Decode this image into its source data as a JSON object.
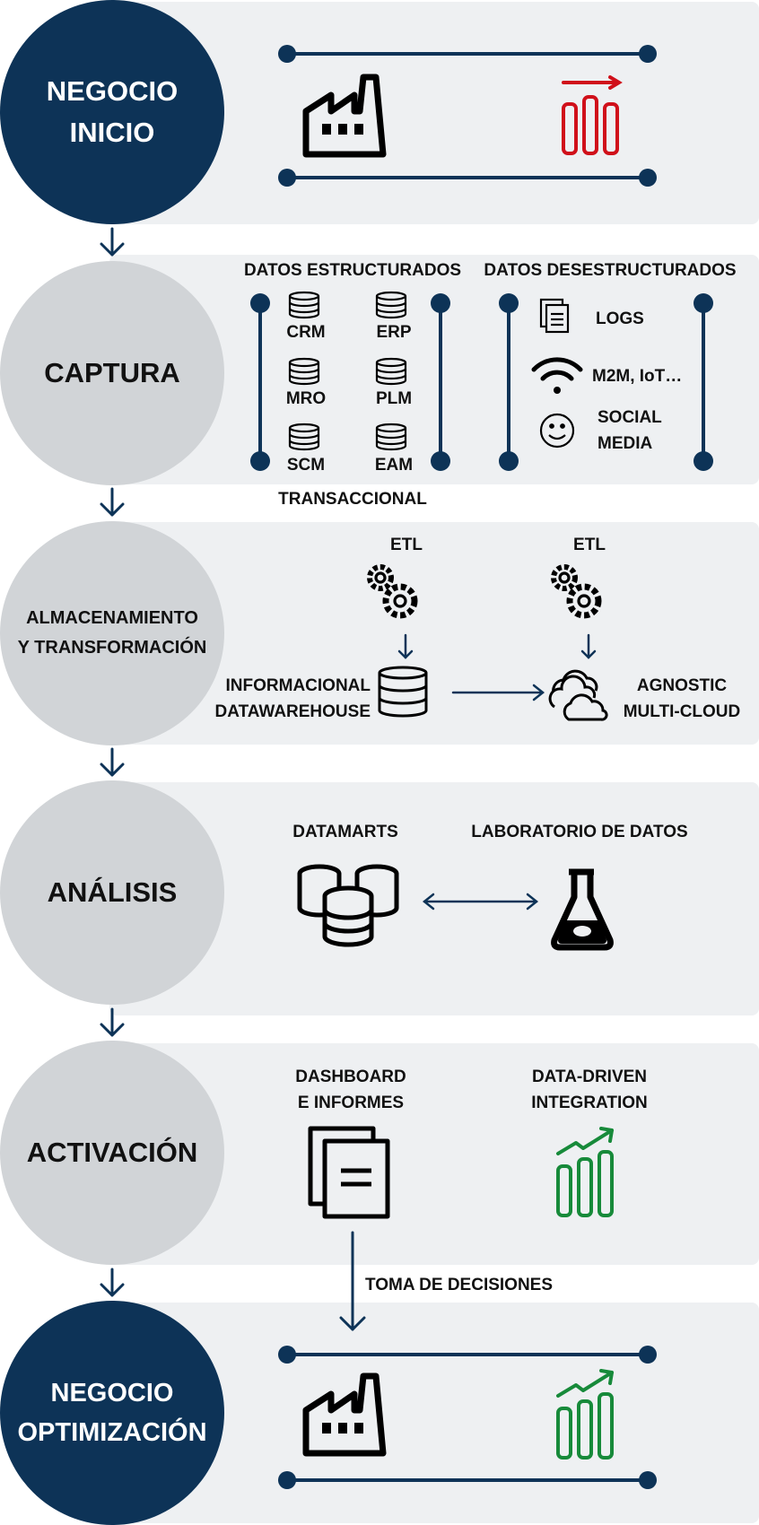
{
  "colors": {
    "navy": "#0d3357",
    "stage_light": "#d1d4d7",
    "band": "#eef0f2",
    "red": "#d0101a",
    "green": "#178a3a"
  },
  "stages": {
    "inicio": {
      "title": "NEGOCIO\nINICIO",
      "icons": [
        "factory-icon",
        "growth-chart-icon"
      ]
    },
    "captura": {
      "title": "CAPTURA",
      "structured": {
        "heading": "DATOS ESTRUCTURADOS",
        "items": [
          "CRM",
          "ERP",
          "MRO",
          "PLM",
          "SCM",
          "EAM"
        ],
        "caption": "TRANSACCIONAL"
      },
      "unstructured": {
        "heading": "DATOS DESESTRUCTURADOS",
        "items": [
          "LOGS",
          "M2M, IoT…",
          "SOCIAL\nMEDIA"
        ]
      }
    },
    "almacenamiento": {
      "title": "ALMACENAMIENTO\nY TRANSFORMACIÓN",
      "etl_left": "ETL",
      "etl_right": "ETL",
      "dw": "INFORMACIONAL\nDATAWAREHOUSE",
      "cloud": "AGNOSTIC\nMULTI-CLOUD"
    },
    "analisis": {
      "title": "ANÁLISIS",
      "datamarts": "DATAMARTS",
      "lab": "LABORATORIO DE DATOS"
    },
    "activacion": {
      "title": "ACTIVACIÓN",
      "dashboard": "DASHBOARD\nE INFORMES",
      "integration": "DATA-DRIVEN\nINTEGRATION",
      "decision": "TOMA DE DECISIONES"
    },
    "optimizacion": {
      "title": "NEGOCIO\nOPTIMIZACIÓN",
      "icons": [
        "factory-icon",
        "growth-chart-icon"
      ]
    }
  }
}
